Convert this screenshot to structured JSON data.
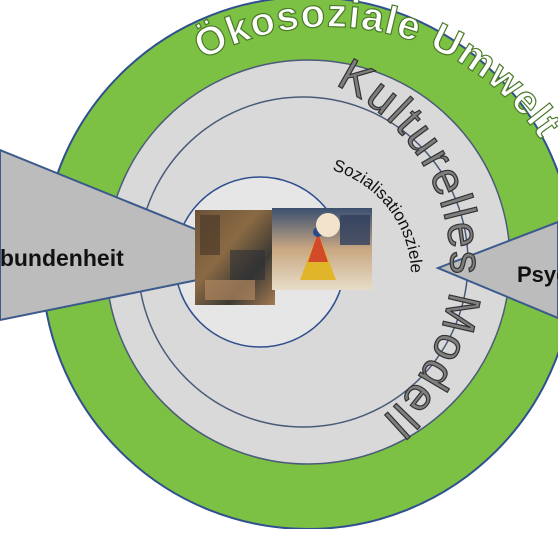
{
  "diagram": {
    "outer_ring_label": "Ökosoziale Umwelt",
    "middle_ring_label": "Kulturelles Modell",
    "inner_ring_label": "Sozialisationsziele",
    "left_wedge_label": "Verbundenheit",
    "right_wedge_label": "Psychologische Autonomie",
    "colors": {
      "outer_ring": "#7cc143",
      "outer_ring_border": "#2f4f8f",
      "middle_ring": "#d9d9d9",
      "inner_disc": "#e6e6e6",
      "circle_lines": "#4a5a78",
      "wedge_fill": "#bcbcbc",
      "wedge_border": "#3c5a8c",
      "title_text": "#ffffff",
      "title_outline": "#4a7a2a",
      "middle_text": "#7f7f7f",
      "label_text": "#111111"
    },
    "photos": [
      {
        "name": "village-photo-left",
        "icon": "village-scene-photo"
      },
      {
        "name": "children-toy-photo",
        "icon": "children-stacking-rings-photo"
      }
    ]
  }
}
